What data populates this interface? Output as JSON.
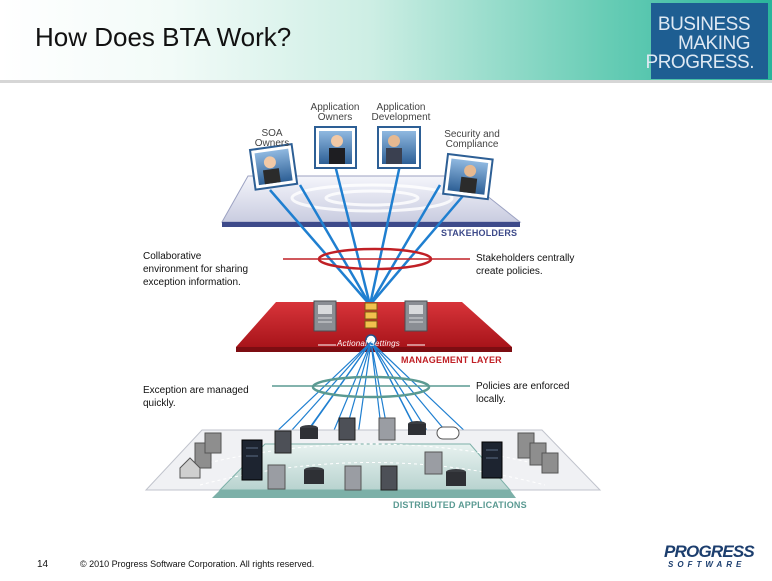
{
  "slide": {
    "title": "How Does BTA Work?",
    "brand_lines": [
      "BUSINESS",
      "MAKING",
      "PROGRESS."
    ],
    "page_number": "14",
    "copyright": "© 2010 Progress Software Corporation. All rights reserved.",
    "footer_logo": "PROGRESS",
    "footer_logo_sub": "SOFTWARE"
  },
  "stakeholders": {
    "soa_owners": [
      "SOA",
      "Owners"
    ],
    "application_owners": [
      "Application",
      "Owners"
    ],
    "application_development": [
      "Application",
      "Development"
    ],
    "security_compliance": [
      "Security and",
      "Compliance"
    ]
  },
  "layers": {
    "stakeholders": "STAKEHOLDERS",
    "management": "MANAGEMENT LAYER",
    "management_inner": "Actional Settings",
    "distributed": "DISTRIBUTED APPLICATIONS"
  },
  "captions": {
    "collaborative": [
      "Collaborative",
      "environment for sharing",
      "exception information."
    ],
    "stakeholders_central": [
      "Stakeholders centrally",
      "create policies."
    ],
    "exceptions_managed": [
      "Exception are managed",
      "quickly."
    ],
    "policies_enforced": [
      "Policies  are enforced",
      "locally."
    ]
  },
  "colors": {
    "header_teal": "#2ab59b",
    "brand_blue": "#1e5e92",
    "stakeholder_label": "#3d4a8a",
    "management_red": "#c02026",
    "distributed_teal": "#5a9a92",
    "line_blue": "#1f7fd0"
  }
}
